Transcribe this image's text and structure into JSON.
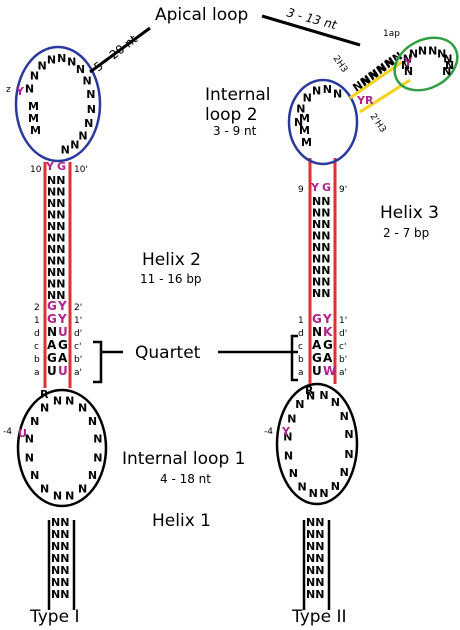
{
  "labels": {
    "apical_loop": "Apical loop",
    "apical_loop_range_left": "5 - 20 nt",
    "apical_loop_range_right": "3 - 13 nt",
    "internal_loop2": "Internal",
    "internal_loop2_b": "loop 2",
    "internal_loop2_range": "3 - 9 nt",
    "helix3": "Helix 3",
    "helix3_range": "2 - 7 bp",
    "helix2": "Helix 2",
    "helix2_range": "11 - 16 bp",
    "quartet": "Quartet",
    "internal_loop1": "Internal loop 1",
    "internal_loop1_range": "4 - 18 nt",
    "helix1": "Helix 1",
    "type1": "Type I",
    "type2": "Type II",
    "one_ap": "1ap",
    "two_h3": "2H3",
    "two_h3_prime": "2'H3"
  },
  "colors": {
    "blue_loop": "#2a3a9c",
    "red_helix": "#e03030",
    "yellow_helix": "#f2d21a",
    "green_loop": "#2ea043",
    "magenta": "#b0238a"
  },
  "left": {
    "pos10": "10",
    "pos10p": "10'",
    "pairs": [
      {
        "l": "2",
        "a": "G",
        "b": "Y",
        "r": "2'"
      },
      {
        "l": "1",
        "a": "G",
        "b": "Y",
        "r": "1'"
      },
      {
        "l": "d",
        "a": "N",
        "b": "U",
        "r": "d'"
      },
      {
        "l": "c",
        "a": "A",
        "b": "G",
        "r": "c'"
      },
      {
        "l": "b",
        "a": "G",
        "b": "A",
        "r": "b'"
      },
      {
        "l": "a",
        "a": "U",
        "b": "U",
        "r": "a'"
      }
    ],
    "top_pair": {
      "a": "Y",
      "b": "G"
    },
    "r_label": "R",
    "minus4": "-4",
    "u_label": "U",
    "z_label": "z",
    "y_label": "Y"
  },
  "right": {
    "pos9": "9",
    "pos9p": "9'",
    "pairs": [
      {
        "l": "1",
        "a": "G",
        "b": "Y",
        "r": "1'"
      },
      {
        "l": "d",
        "a": "N",
        "b": "K",
        "r": "d'"
      },
      {
        "l": "c",
        "a": "A",
        "b": "G",
        "r": "c'"
      },
      {
        "l": "b",
        "a": "G",
        "b": "A",
        "r": "b'"
      },
      {
        "l": "a",
        "a": "U",
        "b": "W",
        "r": "a'"
      }
    ],
    "top_pair": {
      "a": "Y",
      "b": "G"
    },
    "r_label": "R",
    "minus4": "-4",
    "y_label": "Y"
  }
}
